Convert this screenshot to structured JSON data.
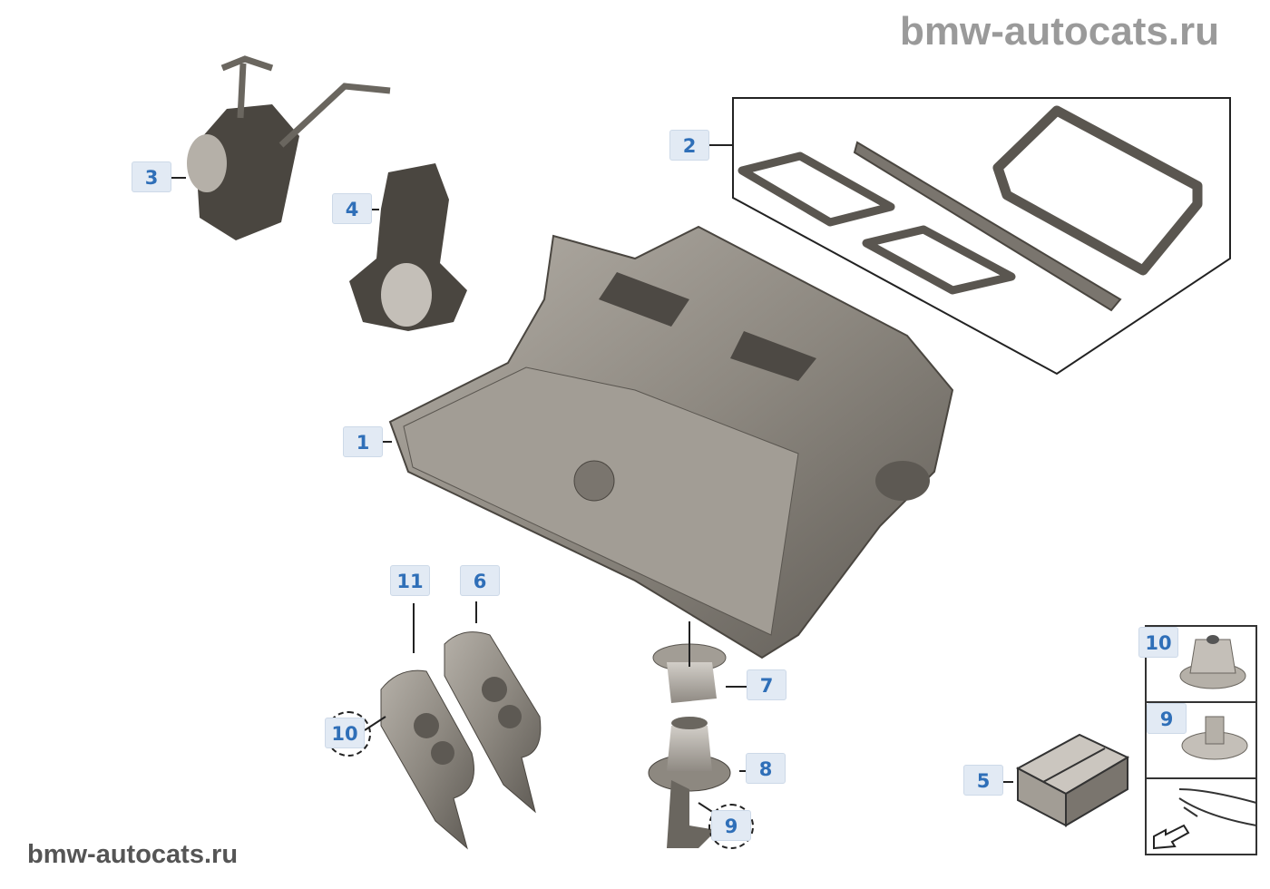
{
  "watermarks": {
    "top": "bmw-autocats.ru",
    "bottom": "bmw-autocats.ru"
  },
  "callouts": {
    "c1": "1",
    "c2": "2",
    "c3": "3",
    "c4": "4",
    "c5": "5",
    "c6": "6",
    "c7": "7",
    "c8": "8",
    "c9": "9",
    "c10a": "10",
    "c11": "11",
    "legend_10": "10",
    "legend_9": "9"
  },
  "colors": {
    "label_text": "#2f6fb8",
    "label_bg": "#e2eaf4",
    "part": "#8a857d"
  }
}
